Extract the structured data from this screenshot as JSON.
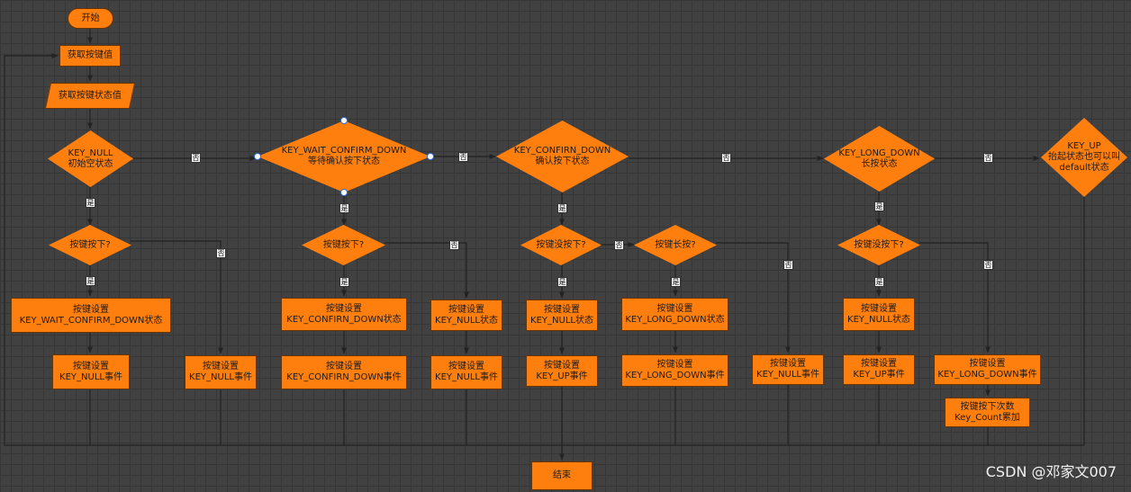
{
  "nodes": {
    "start": "开始",
    "get_key_value": "获取按键值",
    "get_key_state": "获取按键状态值",
    "key_null_state": "KEY_NULL",
    "key_null_state_desc": "初始空状态",
    "wait_confirm_state": "KEY_WAIT_CONFIRM_DOWN",
    "wait_confirm_state_desc": "等待确认按下状态",
    "confirm_down_state": "KEY_CONFIRN_DOWN",
    "confirm_down_state_desc": "确认按下状态",
    "long_down_state": "KEY_LONG_DOWN",
    "long_down_state_desc": "长按状态",
    "key_up_state": "KEY_UP",
    "key_up_state_desc1": "抬起状态也可以叫",
    "key_up_state_desc2": "default状态",
    "q_pressed_1": "按键按下?",
    "q_pressed_2": "按键按下?",
    "q_not_pressed_1": "按键没按下?",
    "q_long_press": "按键长按?",
    "q_not_pressed_2": "按键没按下?",
    "set_wait_confirm_1": "按键设置",
    "set_wait_confirm_2": "KEY_WAIT_CONFIRM_DOWN状态",
    "null_event_a1": "按键设置",
    "null_event_a2": "KEY_NULL事件",
    "null_event_b1": "按键设置",
    "null_event_b2": "KEY_NULL事件",
    "set_confirn_1": "按键设置",
    "set_confirn_2": "KEY_CONFIRN_DOWN状态",
    "confirn_event_1": "按键设置",
    "confirn_event_2": "KEY_CONFIRN_DOWN事件",
    "set_null_c1": "按键设置",
    "set_null_c2": "KEY_NULL状态",
    "null_event_c1": "按键设置",
    "null_event_c2": "KEY_NULL事件",
    "set_null_d1": "按键设置",
    "set_null_d2": "KEY_NULL状态",
    "up_event_d1": "按键设置",
    "up_event_d2": "KEY_UP事件",
    "set_long_1": "按键设置",
    "set_long_2": "KEY_LONG_DOWN状态",
    "long_event_1": "按键设置",
    "long_event_2": "KEY_LONG_DOWN事件",
    "null_event_e1": "按键设置",
    "null_event_e2": "KEY_NULL事件",
    "set_null_f1": "按键设置",
    "set_null_f2": "KEY_NULL状态",
    "up_event_f1": "按键设置",
    "up_event_f2": "KEY_UP事件",
    "long_event_g1": "按键设置",
    "long_event_g2": "KEY_LONG_DOWN事件",
    "count_1": "按键按下次数",
    "count_2": "Key_Count累加",
    "end": "结束"
  },
  "edge_labels": {
    "yes": "是",
    "no": "否"
  },
  "watermark": "CSDN @邓家文007",
  "colors": {
    "shape_fill": "#ff7f0e",
    "line": "#222222",
    "background": "#414141"
  }
}
